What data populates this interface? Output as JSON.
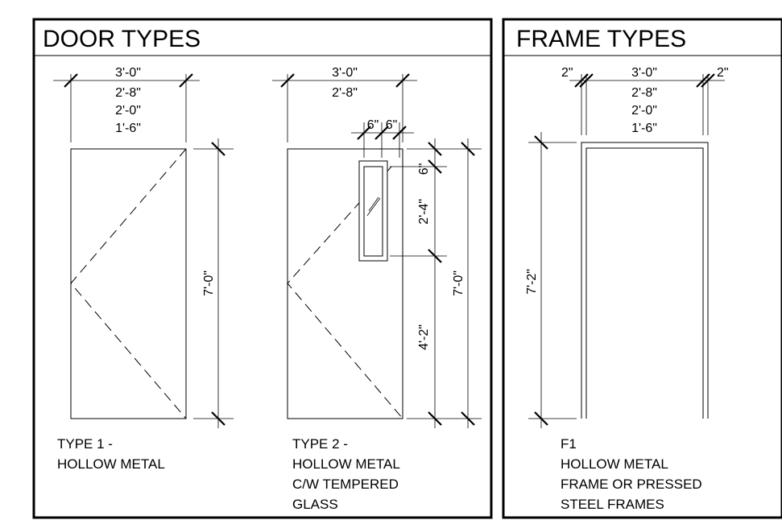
{
  "door_types": {
    "title": "DOOR TYPES",
    "type1": {
      "widths": [
        "3'-0\"",
        "2'-8\"",
        "2'-0\"",
        "1'-6\""
      ],
      "height": "7'-0\"",
      "label": [
        "TYPE 1 -",
        "HOLLOW METAL"
      ]
    },
    "type2": {
      "widths": [
        "3'-0\"",
        "2'-8\""
      ],
      "glass_offsets": [
        "6\"",
        "6\""
      ],
      "top_offset": "6\"",
      "glass_height": "2'-4\"",
      "lower_height": "4'-2\"",
      "height": "7'-0\"",
      "label": [
        "TYPE 2 -",
        "HOLLOW METAL",
        "C/W TEMPERED",
        "GLASS"
      ]
    }
  },
  "frame_types": {
    "title": "FRAME TYPES",
    "f1": {
      "jamb_left": "2\"",
      "jamb_right": "2\"",
      "widths": [
        "3'-0\"",
        "2'-8\"",
        "2'-0\"",
        "1'-6\""
      ],
      "height": "7'-2\"",
      "label": [
        "F1",
        "HOLLOW METAL",
        "FRAME OR PRESSED",
        "STEEL FRAMES"
      ]
    }
  }
}
